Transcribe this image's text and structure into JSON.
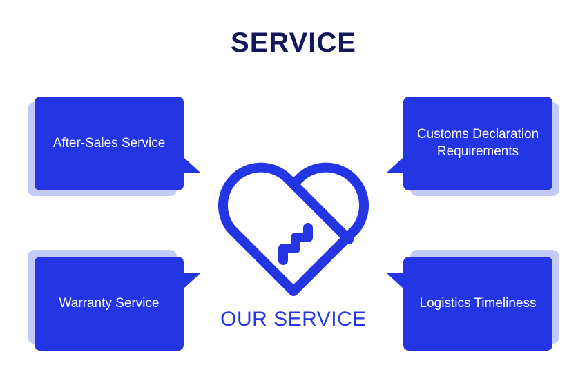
{
  "title": "SERVICE",
  "center_label": "OUR SERVICE",
  "cards": {
    "top_left": "After-Sales Service",
    "top_right": "Customs Declaration Requirements",
    "bottom_left": "Warranty Service",
    "bottom_right": "Logistics Timeliness"
  },
  "icons": {
    "center": "heart-handshake-icon"
  },
  "colors": {
    "primary": "#2436e3",
    "shadow": "#c4caf6",
    "title": "#13185a"
  }
}
